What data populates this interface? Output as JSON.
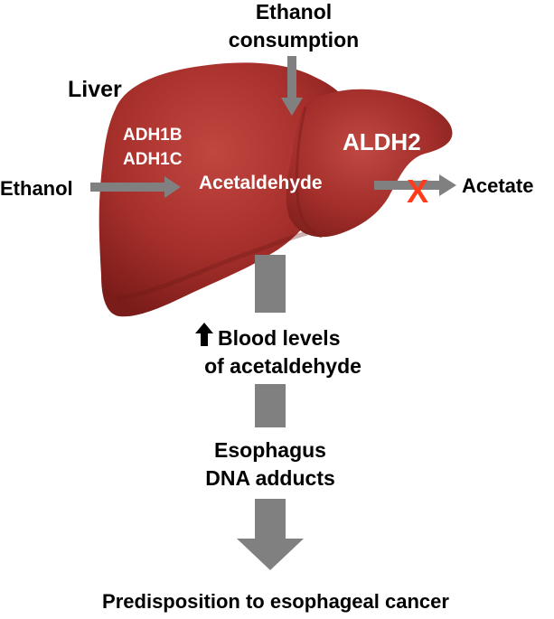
{
  "labels": {
    "ethanol_consumption_line1": "Ethanol",
    "ethanol_consumption_line2": "consumption",
    "liver": "Liver",
    "enzyme_line1": "ADH1B",
    "enzyme_line2": "ADH1C",
    "aldh2": "ALDH2",
    "ethanol": "Ethanol",
    "acetaldehyde": "Acetaldehyde",
    "blocked_mark": "X",
    "acetate": "Acetate",
    "blood_line1": "Blood levels",
    "blood_line2": "of acetaldehyde",
    "esophagus_line1": "Esophagus",
    "esophagus_line2": "DNA adducts",
    "outcome": "Predisposition to esophageal cancer"
  },
  "colors": {
    "liver_fill": "#a8302c",
    "liver_highlight": "#c9524c",
    "liver_shadow": "#7e1f1c",
    "arrow_gray": "#808080",
    "block_red": "#ff3b1a",
    "up_arrow": "#000000"
  },
  "icons": {
    "up_arrow": "arrow-up-icon",
    "block": "x-block-icon"
  }
}
